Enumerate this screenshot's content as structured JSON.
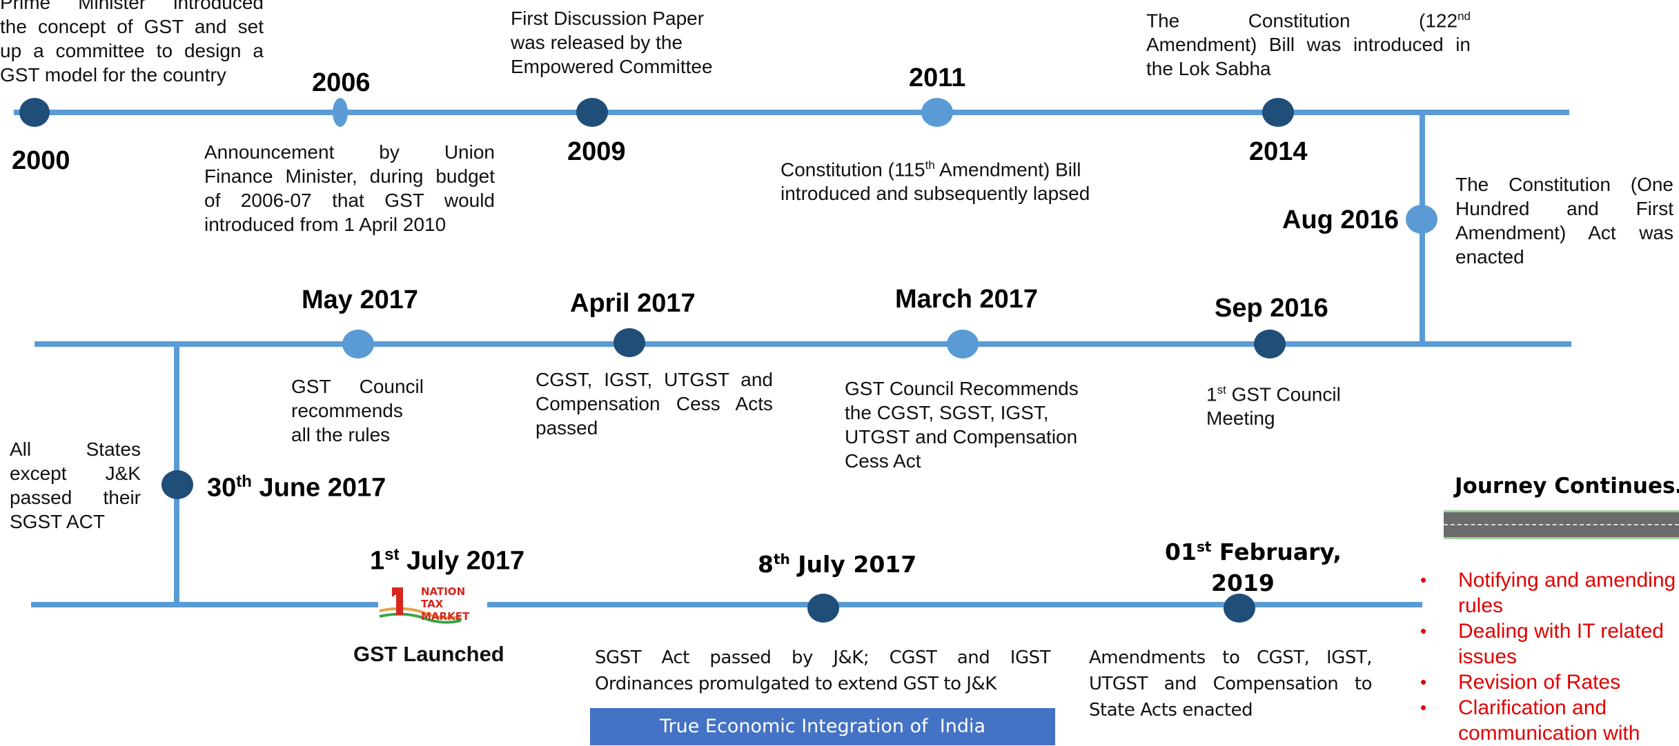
{
  "colors": {
    "line": "#5b9bd5",
    "dark_node": "#1f4e79",
    "light_node": "#5b9bd5",
    "banner": "#4472c4",
    "journey_text": "#e00000"
  },
  "row1": {
    "e2000": {
      "year": "2000",
      "lines": [
        "Prime Minister introduced",
        "the concept of GST and set",
        "up a committee to design a",
        "GST model for the country"
      ]
    },
    "e2006": {
      "year": "2006",
      "lines": [
        "Announcement by Union",
        "Finance Minister, during budget",
        "of 2006-07 that GST would",
        "introduced from 1 April 2010"
      ]
    },
    "e2009": {
      "year": "2009",
      "lines": [
        "First Discussion Paper",
        "was released by the",
        "Empowered Committee"
      ]
    },
    "e2011": {
      "year": "2011",
      "lines_pre": "Constitution (115",
      "sup": "th",
      "lines_post": " Amendment) Bill",
      "line2": "introduced and subsequently lapsed"
    },
    "e2014": {
      "year": "2014",
      "line1_a": "The Constitution (122",
      "sup": "nd",
      "line2": "Amendment) Bill was introduced in",
      "line3": "the Lok Sabha"
    },
    "aug2016": {
      "year": "Aug 2016",
      "lines": [
        "The Constitution (One",
        "Hundred and First",
        "Amendment) Act was",
        "enacted"
      ]
    }
  },
  "row2": {
    "sep2016": {
      "year": "Sep 2016",
      "sup": "st",
      "line1_pre": "1",
      "line1_post": " GST Council",
      "line2": "Meeting"
    },
    "mar2017": {
      "year": "March 2017",
      "lines": [
        "GST Council Recommends",
        "the CGST, SGST, IGST,",
        "UTGST and Compensation",
        "Cess Act"
      ]
    },
    "apr2017": {
      "year": "April 2017",
      "lines": [
        "CGST, IGST, UTGST and",
        "Compensation Cess Acts",
        "passed"
      ]
    },
    "may2017": {
      "year": "May 2017",
      "lines": [
        "GST Council",
        "recommends",
        "all the rules"
      ]
    },
    "jun2017": {
      "year_pre": "30",
      "sup": "th",
      "year_post": " June 2017",
      "lines": [
        "All States",
        "except J&K",
        "passed their",
        "SGST ACT"
      ]
    }
  },
  "row3": {
    "jul1": {
      "year_pre": "1",
      "sup": "st",
      "year_post": " July 2017",
      "caption": "GST Launched",
      "logo": {
        "line1": "NATION",
        "line2": "TAX",
        "line3": "MARKET",
        "digit": "1"
      }
    },
    "jul8": {
      "year_pre": "8",
      "sup": "th",
      "year_post": " July 2017",
      "lines": [
        "SGST Act passed by J&K; CGST and IGST",
        "Ordinances promulgated to extend GST to J&K"
      ],
      "banner": "True Economic Integration of  India"
    },
    "feb2019": {
      "year_pre": "01",
      "sup": "st",
      "year_post": " February,",
      "year_line2": "2019",
      "lines": [
        "Amendments to CGST, IGST,",
        "UTGST and Compensation to",
        "State Acts enacted"
      ]
    }
  },
  "journey": {
    "title": "Journey Continues…",
    "items": [
      "Notifying and amending",
      "rules",
      "Dealing with IT related",
      "issues",
      "Revision of Rates",
      "Clarification and",
      "communication with"
    ]
  }
}
